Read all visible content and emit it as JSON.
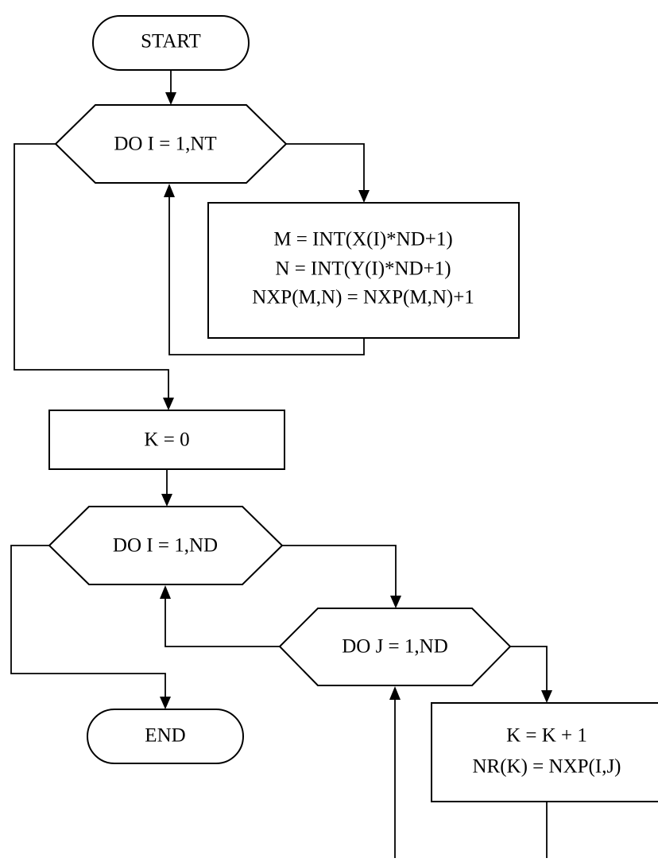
{
  "flowchart": {
    "start_label": "START",
    "loop_i_nt": "DO I = 1,NT",
    "process_1": {
      "line1": "M = INT(X(I)*ND+1)",
      "line2": "N = INT(Y(I)*ND+1)",
      "line3": "NXP(M,N) = NXP(M,N)+1"
    },
    "init_k": "K = 0",
    "loop_i_nd": "DO I = 1,ND",
    "loop_j_nd": "DO J = 1,ND",
    "end_label": "END",
    "process_2": {
      "line1": "K = K + 1",
      "line2": "NR(K) = NXP(I,J)"
    }
  }
}
